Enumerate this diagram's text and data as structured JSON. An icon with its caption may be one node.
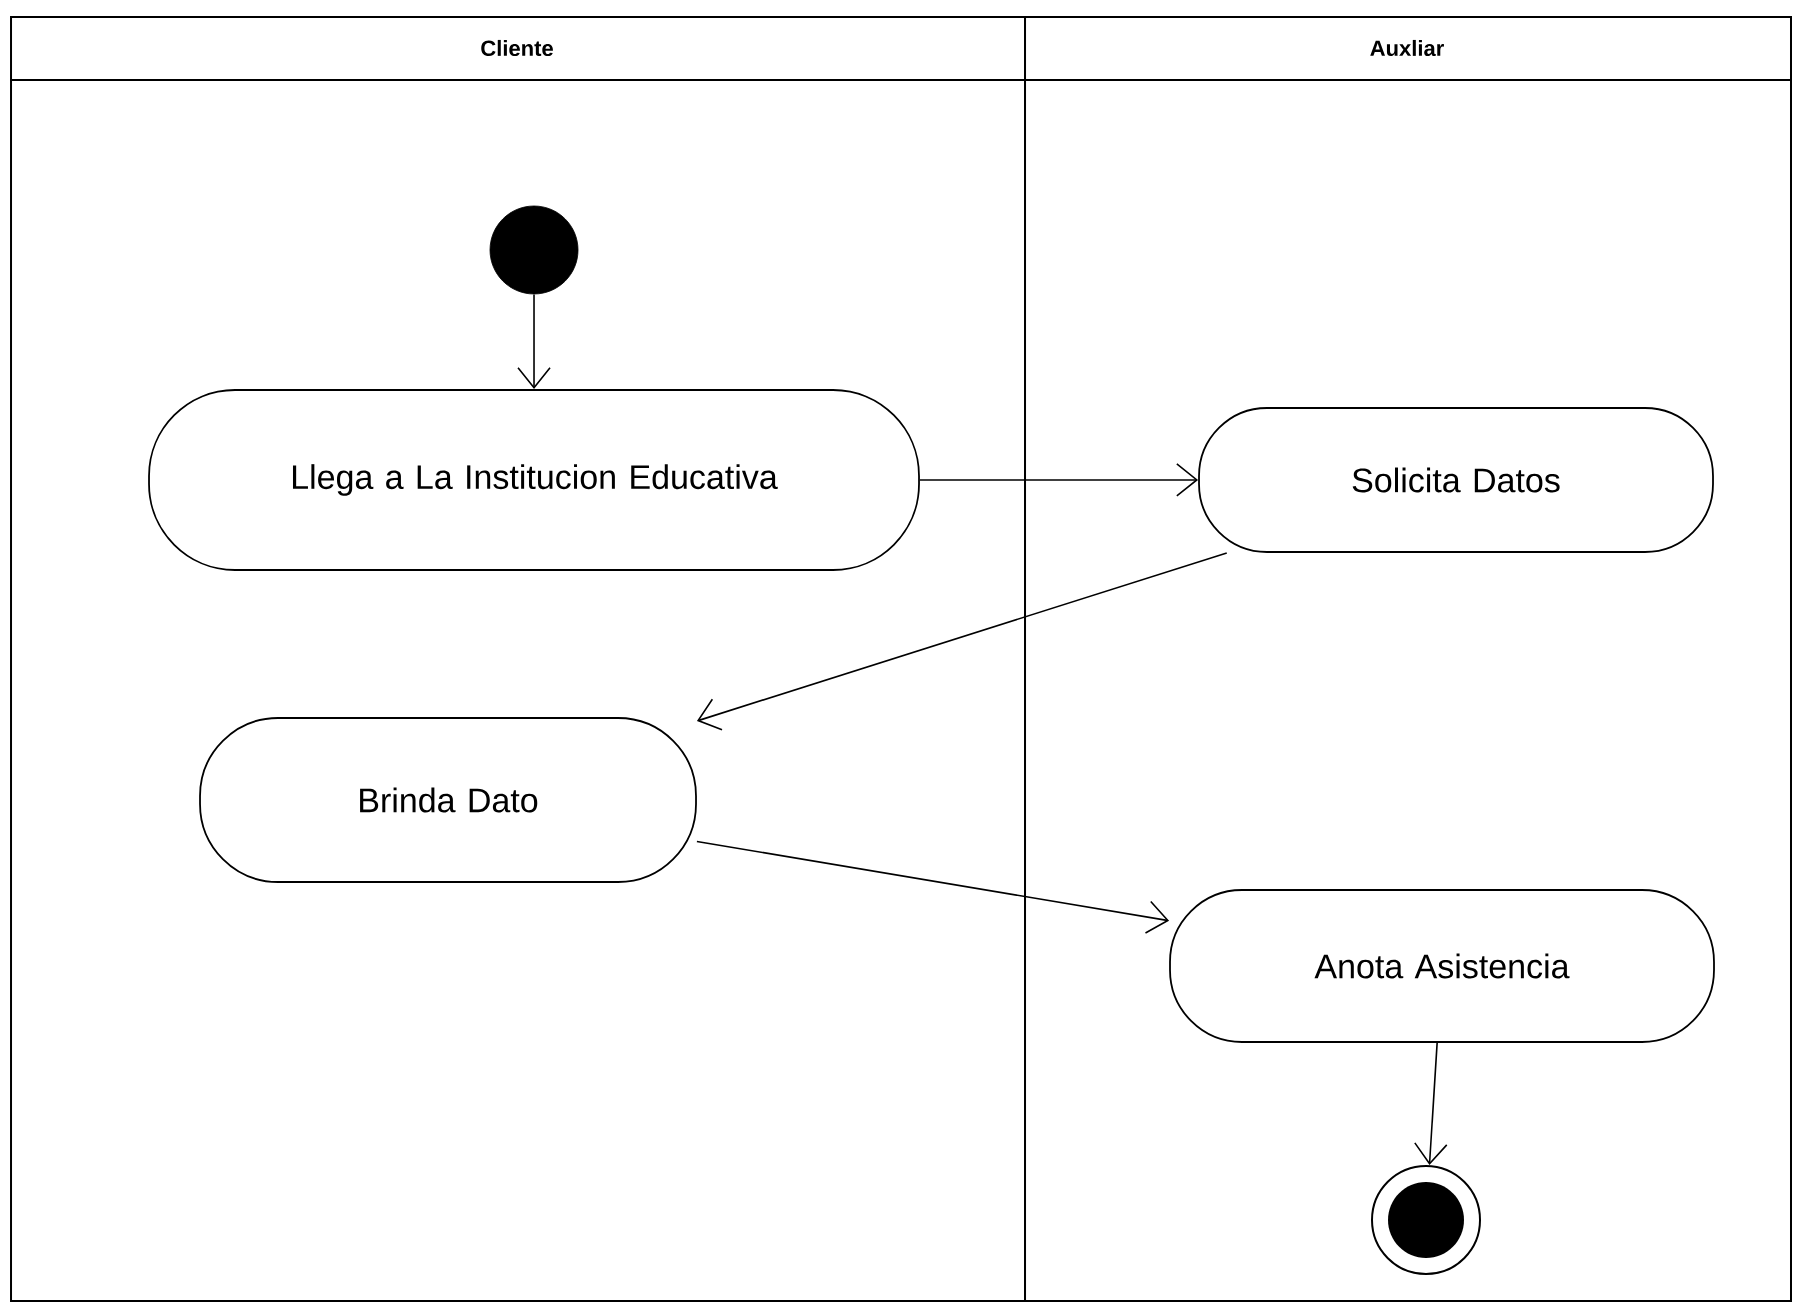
{
  "diagram": {
    "nodes": [
      {
        "text": [
          "Cliente"
        ]
      },
      {
        "text": [
          "Auxliar"
        ]
      },
      {
        "text": [],
        "shape": "circle",
        "in": 0
      },
      {
        "text": [
          "Llega a La Institucion Educativa"
        ],
        "in": 0
      },
      {
        "text": [
          "Solicita  Datos"
        ],
        "in": 1
      },
      {
        "text": [
          "Brinda Dato"
        ],
        "in": 0
      },
      {
        "text": [
          "Anota Asistencia"
        ],
        "in": 1
      },
      {
        "text": [],
        "shape": "circle",
        "in": 1
      }
    ],
    "edges": [
      {
        "from": 2,
        "to": 3,
        "arrow": "to"
      },
      {
        "from": 3,
        "to": 4,
        "arrow": "to"
      },
      {
        "from": 4,
        "to": 5,
        "arrow": "to"
      },
      {
        "from": 5,
        "to": 6,
        "arrow": "to"
      },
      {
        "from": 6,
        "to": 7,
        "arrow": "to"
      }
    ]
  }
}
